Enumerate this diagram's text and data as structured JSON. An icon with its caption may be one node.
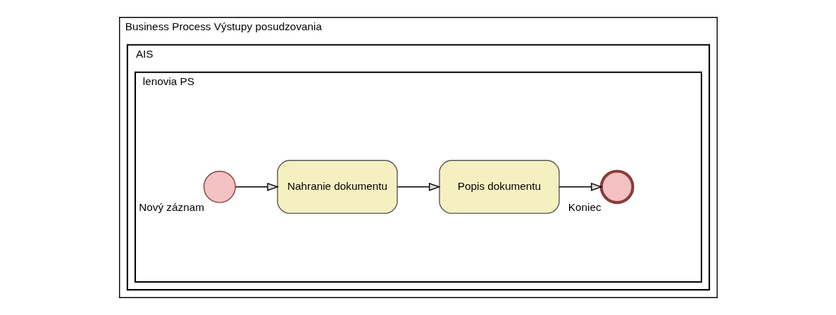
{
  "diagram": {
    "nodes": [
      {
        "text": [
          "Business Process Výstupy posudzovania"
        ]
      },
      {
        "text": [
          "AIS"
        ],
        "in": 0
      },
      {
        "text": [
          "lenovia PS"
        ],
        "in": 1
      },
      {
        "text": [],
        "shape": "circle",
        "beside": [
          "Nový záznam"
        ],
        "in": 2
      },
      {
        "text": [
          "Nahranie dokumentu"
        ],
        "in": 2
      },
      {
        "text": [
          "Popis dokumentu"
        ],
        "in": 2
      },
      {
        "text": [],
        "shape": "circle",
        "beside": [
          "Koniec"
        ],
        "in": 2
      }
    ],
    "edges": [
      {
        "from": 3,
        "to": 4,
        "arrow": "to"
      },
      {
        "from": 4,
        "to": 5,
        "arrow": "to"
      },
      {
        "from": 5,
        "to": 6,
        "arrow": "to"
      }
    ]
  }
}
